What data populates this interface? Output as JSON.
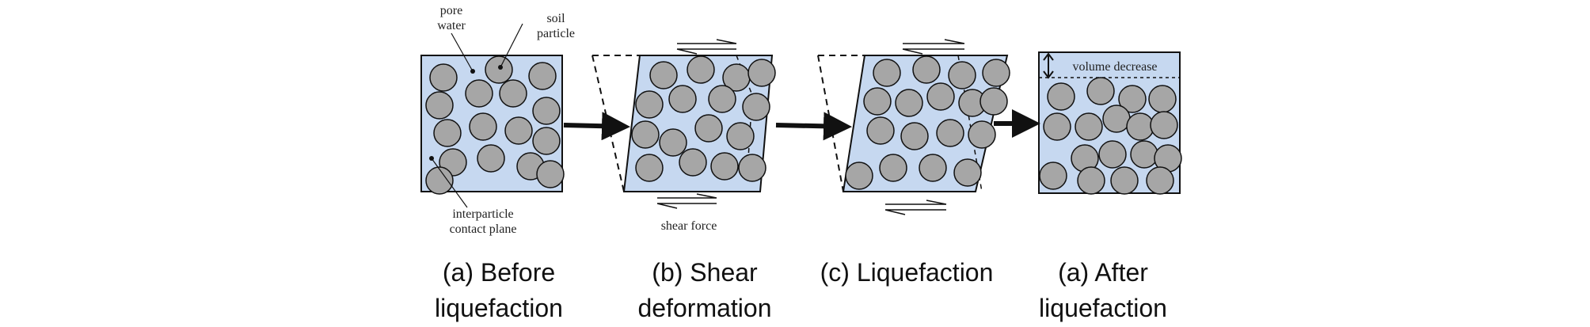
{
  "labels": {
    "pore_water": "pore\nwater",
    "soil_particle": "soil\nparticle",
    "interparticle_contact_plane": "interparticle\ncontact plane",
    "shear_force": "shear force",
    "volume_decrease": "volume decrease"
  },
  "captions": [
    "(a)  Before\nliquefaction",
    "(b)  Shear\ndeformation",
    "(c)  Liquefaction",
    "(a)  After\nliquefaction"
  ],
  "colors": {
    "fill": "#c6d8f0",
    "particle": "#a6a6a6",
    "stroke": "#111111"
  }
}
